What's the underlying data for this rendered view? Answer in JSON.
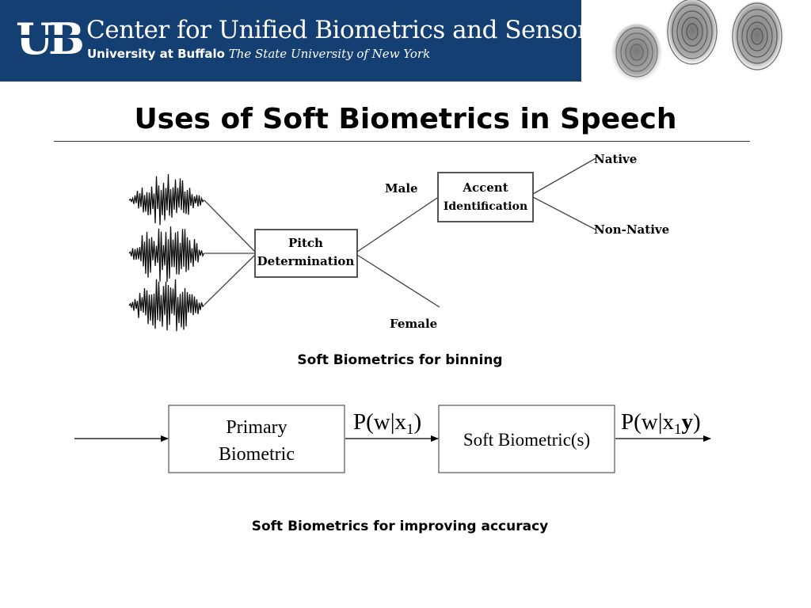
{
  "header": {
    "center_name": "Center for Unified Biometrics and Sensors",
    "university": "University at Buffalo",
    "state_university": "The State University of New York",
    "logo_text": "UB",
    "colors": {
      "banner": "#143f73",
      "text": "#ffffff"
    }
  },
  "slide": {
    "title": "Uses of Soft Biometrics in Speech"
  },
  "binning_diagram": {
    "pitch_box": [
      "Pitch",
      "Determination"
    ],
    "accent_box": [
      "Accent",
      "Identification"
    ],
    "branch_male": "Male",
    "branch_female": "Female",
    "leaf_native": "Native",
    "leaf_non_native": "Non-Native",
    "caption": "Soft Biometrics for binning"
  },
  "accuracy_diagram": {
    "primary_box": [
      "Primary",
      "Biometric"
    ],
    "soft_box": "Soft Biometric(s)",
    "prob_1": {
      "base": "P(w|x",
      "sub": "1",
      "close": ")"
    },
    "prob_2": {
      "base": "P(w|x",
      "sub": "1",
      "bold": "y",
      "close": ")"
    },
    "caption": "Soft Biometrics for improving accuracy"
  }
}
